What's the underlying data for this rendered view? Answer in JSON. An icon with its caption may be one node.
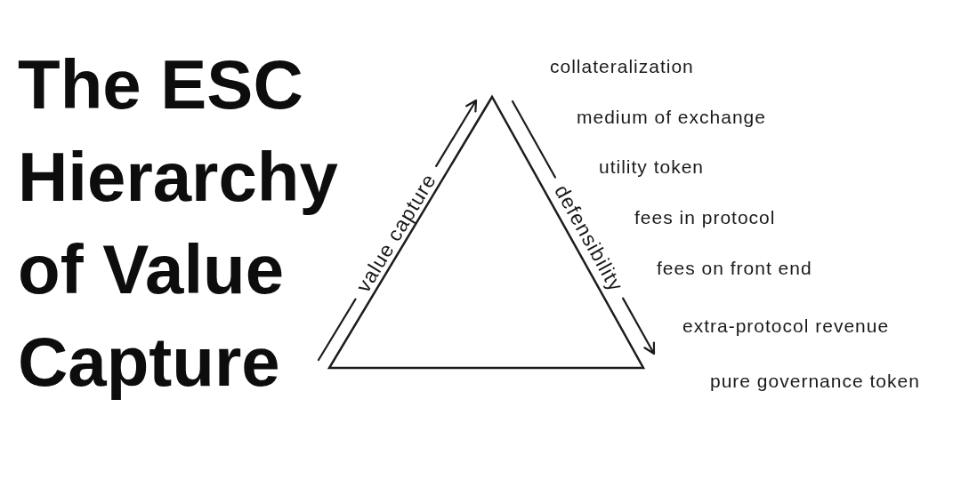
{
  "diagram": {
    "title": "The **ESC** Hierarchy of Value Capture",
    "nodes": [
      {
        "text": [],
        "shape": "triangle"
      }
    ],
    "labels": [
      "value capture",
      "defensibility",
      "collateralization",
      "medium of exchange",
      "utility token",
      "fees in protocol",
      "fees on front end",
      "extra-protocol revenue",
      "pure governance token"
    ]
  }
}
